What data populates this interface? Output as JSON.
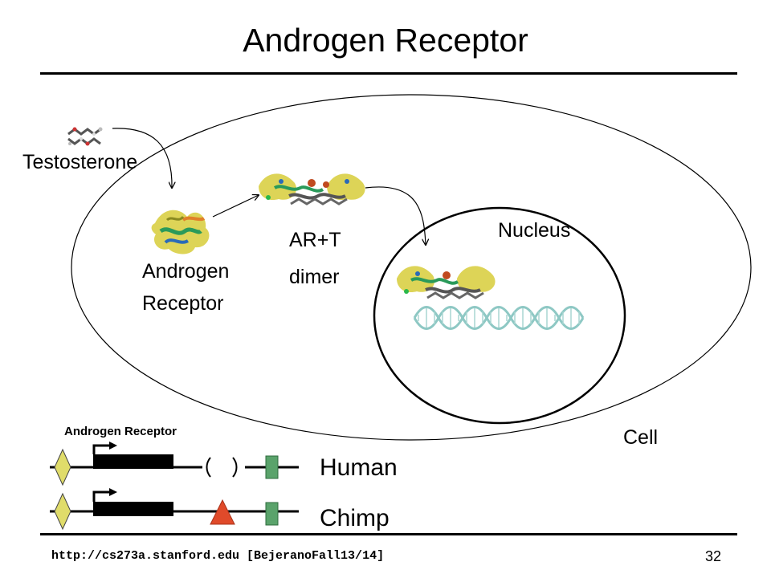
{
  "slide": {
    "title": "Androgen Receptor",
    "footer_url": "http://cs273a.stanford.edu [BejeranoFall13/14]",
    "page_number": "32"
  },
  "diagram": {
    "testosterone_label": "Testosterone",
    "androgen_receptor_label_line1": "Androgen",
    "androgen_receptor_label_line2": "Receptor",
    "complex_label_line1": "AR+T",
    "complex_label_line2": "dimer",
    "nucleus_label": "Nucleus",
    "cell_label": "Cell"
  },
  "gene_tracks": {
    "header": "Androgen Receptor",
    "human_label": "Human",
    "chimp_label": "Chimp"
  },
  "colors": {
    "enhancer_diamond": "#e0dc6a",
    "gene_block": "#000000",
    "conserved_element": "#5aa36b",
    "deleted_element": "#e04a2a",
    "dna": "#8ec8c4"
  }
}
